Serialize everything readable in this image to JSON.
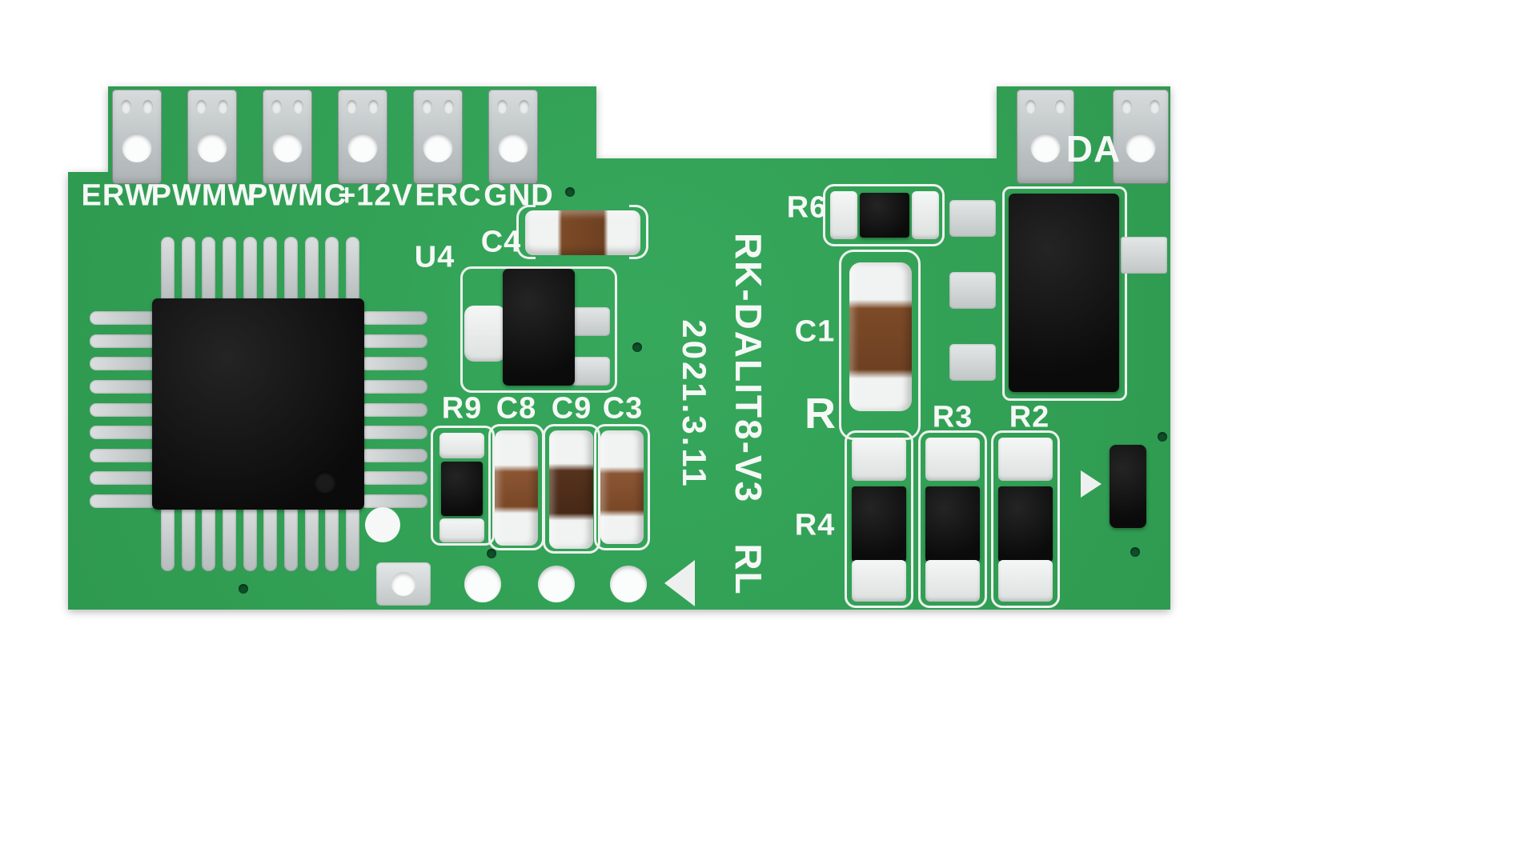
{
  "colors": {
    "board_green": "#2f9b51",
    "silkscreen_white": "#f2f5f2",
    "component_black": "#111111",
    "pad_gray": "#c6cbcc",
    "capacitor_brown": "#7c4a27"
  },
  "terminals": {
    "left": [
      "ERW",
      "PWMW",
      "PWMC",
      "+12V",
      "ERC",
      "GND"
    ],
    "right": "DA"
  },
  "designators": {
    "u4": "U4",
    "c4": "C4",
    "r9": "R9",
    "c8": "C8",
    "c9": "C9",
    "c3": "C3",
    "r6": "R6",
    "c1": "C1",
    "r": "R",
    "r3": "R3",
    "r2": "R2",
    "r4": "R4"
  },
  "markings": {
    "model": "RK-DALIT8-V3",
    "suffix": "RL",
    "date": "2021.3.11"
  }
}
